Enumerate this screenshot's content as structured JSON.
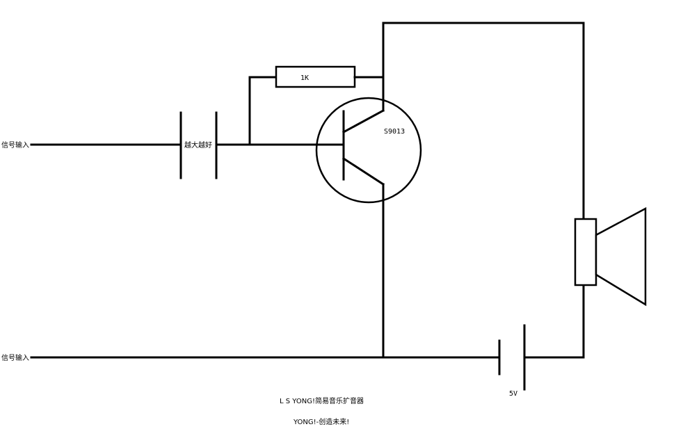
{
  "labels": {
    "input_top": "信号输入",
    "input_bottom": "信号输入",
    "capacitor": "越大越好",
    "resistor": "1K",
    "transistor": "S9013",
    "battery": "5V",
    "title": "L S YONG!简易音乐扩音器",
    "slogan": "YONG!-创造未来!"
  }
}
